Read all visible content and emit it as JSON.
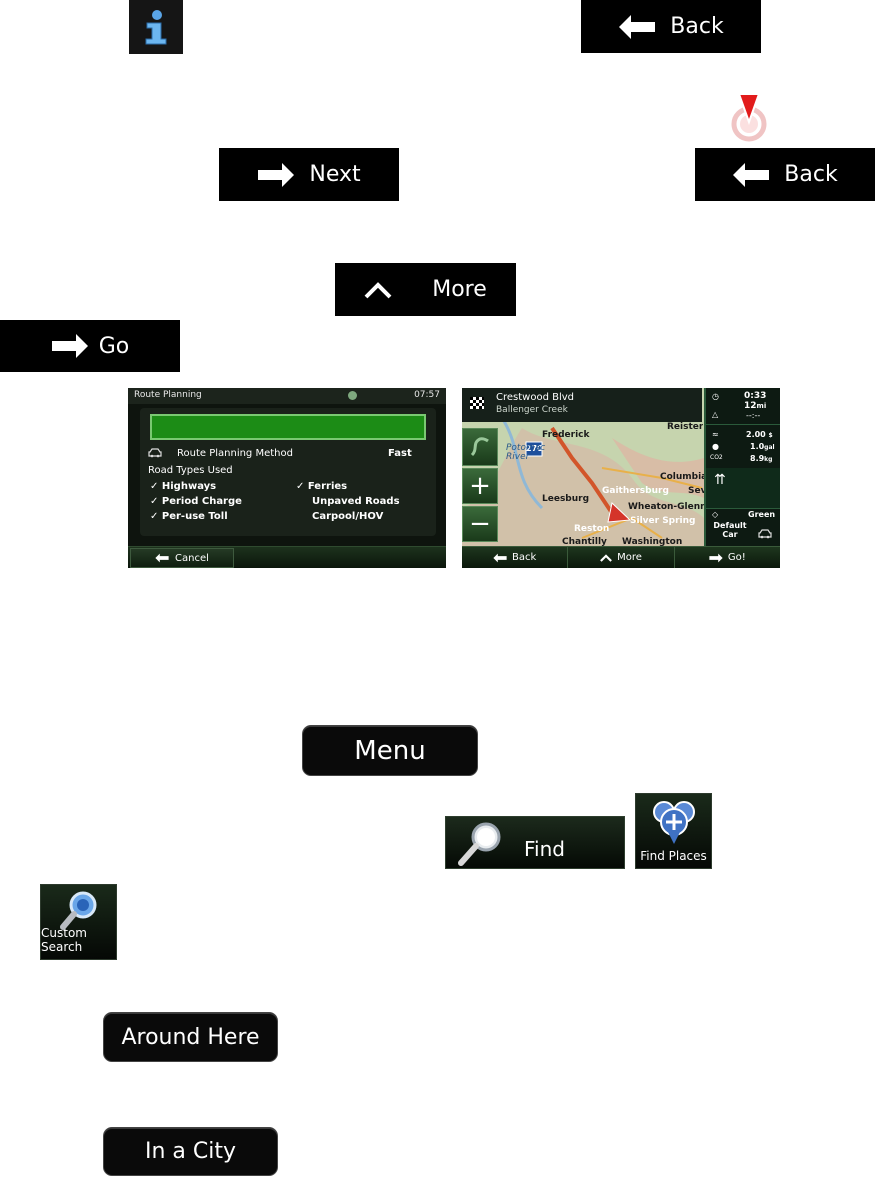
{
  "buttons": {
    "back_label": "Back",
    "next_label": "Next",
    "more_label": "More",
    "go_label": "Go",
    "menu_label": "Menu",
    "find_label": "Find",
    "find_places_label": "Find Places",
    "custom_search_label": "Custom Search",
    "around_here_label": "Around Here",
    "in_a_city_label": "In a City"
  },
  "route_planning": {
    "title": "Route Planning",
    "time": "07:57",
    "method_label": "Route Planning Method",
    "method_value": "Fast",
    "road_types_label": "Road Types Used",
    "road_types_enabled": [
      "Highways",
      "Period Charge",
      "Per-use Toll",
      "Ferries"
    ],
    "road_types_disabled": [
      "Unpaved Roads",
      "Carpool/HOV"
    ],
    "cancel_label": "Cancel"
  },
  "map_screen": {
    "street": "Crestwood Blvd",
    "area": "Ballenger Creek",
    "route_shield": "270",
    "places": [
      "Frederick",
      "Potomac River",
      "Reisterstown",
      "Columbia",
      "Leesburg",
      "Gaithersburg",
      "Severn",
      "Wheaton-Glenmont",
      "Silver Spring",
      "Reston",
      "Chantilly",
      "Washington"
    ],
    "trip": {
      "eta": "0:33",
      "distance": "12",
      "distance_unit": "mi",
      "arrival": "--:--",
      "cost": "2.00",
      "cost_unit": "$",
      "fuel": "1.0",
      "fuel_unit": "gal",
      "co2": "8.9",
      "co2_unit": "kg",
      "co2_label": "CO2",
      "eco": "Green",
      "vehicle": "Default Car"
    },
    "back_label": "Back",
    "more_label": "More",
    "go_label": "Go!"
  },
  "colors": {
    "button_bg": "#000000",
    "progress_green": "#1c8c16",
    "map_ui": "#0d1a12"
  }
}
